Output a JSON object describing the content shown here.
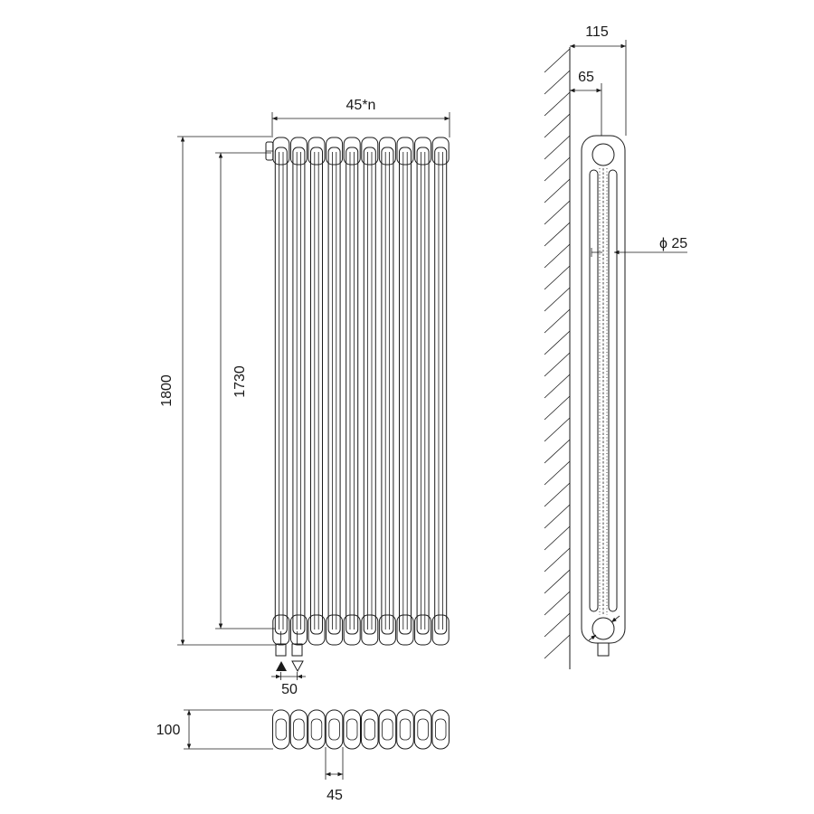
{
  "colors": {
    "line": "#1a1a1a",
    "background": "#ffffff"
  },
  "front_view": {
    "column_count": 10,
    "width_label": "45*n",
    "total_height_label": "1800",
    "connection_height_label": "1730",
    "connection_spacing_label": "50",
    "inlet_icon": "filled-triangle-up-icon",
    "outlet_icon": "hollow-triangle-down-icon"
  },
  "top_view": {
    "depth_label": "100",
    "column_pitch_label": "45"
  },
  "side_view": {
    "total_depth_label": "115",
    "column_depth_label": "65",
    "pipe_diameter_label": "ϕ 25"
  }
}
